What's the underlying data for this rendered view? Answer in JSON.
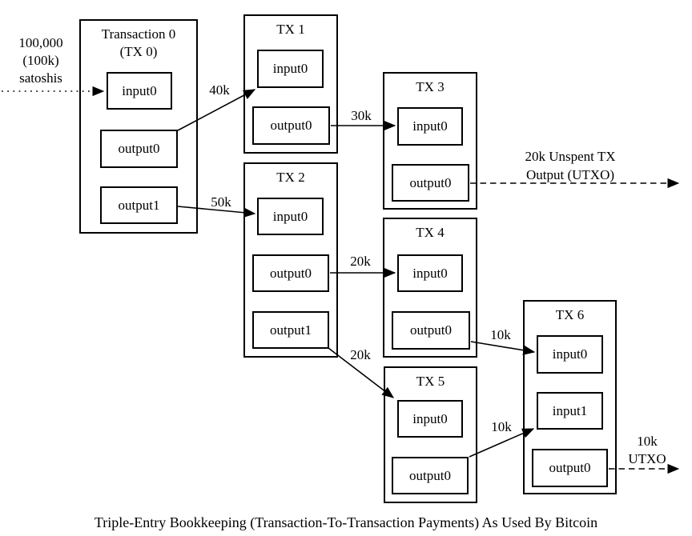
{
  "page": {
    "background": "#ffffff",
    "ink": "#000000"
  },
  "caption": "Triple-Entry Bookkeeping (Transaction-To-Transaction Payments) As Used By Bitcoin",
  "funding_note": {
    "line1": "100,000",
    "line2": "(100k)",
    "line3": "satoshis"
  },
  "transactions": [
    {
      "id": "tx0",
      "title": "Transaction 0",
      "subtitle": "(TX 0)",
      "nodes": [
        "input0",
        "output0",
        "output1"
      ]
    },
    {
      "id": "tx1",
      "title": "TX 1",
      "nodes": [
        "input0",
        "output0"
      ]
    },
    {
      "id": "tx2",
      "title": "TX 2",
      "nodes": [
        "input0",
        "output0",
        "output1"
      ]
    },
    {
      "id": "tx3",
      "title": "TX 3",
      "nodes": [
        "input0",
        "output0"
      ]
    },
    {
      "id": "tx4",
      "title": "TX 4",
      "nodes": [
        "input0",
        "output0"
      ]
    },
    {
      "id": "tx5",
      "title": "TX 5",
      "nodes": [
        "input0",
        "output0"
      ]
    },
    {
      "id": "tx6",
      "title": "TX 6",
      "nodes": [
        "input0",
        "input1",
        "output0"
      ]
    }
  ],
  "edge_labels": {
    "tx0_output0_to_tx1": "40k",
    "tx0_output1_to_tx2": "50k",
    "tx1_output0_to_tx3": "30k",
    "tx2_output0_to_tx4": "20k",
    "tx2_output1_to_tx5": "20k",
    "tx4_output0_to_tx6": "10k",
    "tx5_output0_to_tx6": "10k"
  },
  "utxo_notes": {
    "tx3_line1": "20k Unspent TX",
    "tx3_line2": "Output (UTXO)",
    "tx6_line1": "10k",
    "tx6_line2": "UTXO"
  }
}
